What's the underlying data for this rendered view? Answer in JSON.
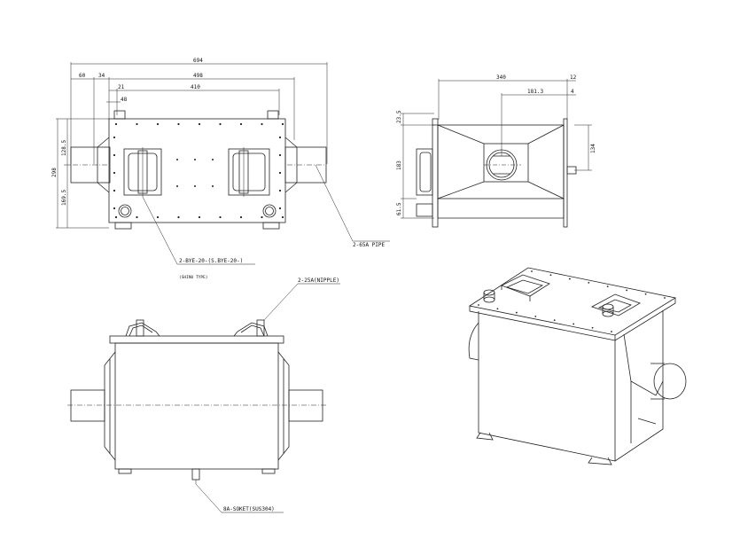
{
  "dimensions": {
    "plan_total": "694",
    "plan_left1": "60",
    "plan_left2": "34",
    "plan_mid": "498",
    "plan_inner1": "21",
    "plan_inner2": "410",
    "plan_inner3": "48",
    "plan_h_total": "298",
    "plan_h_upper": "128.5",
    "plan_h_lower": "169.5",
    "side_top": "340",
    "side_right": "12",
    "side_inner": "181.3",
    "side_small": "4",
    "side_left_top": "23.5",
    "side_left_mid": "183",
    "side_left_low": "61.5",
    "side_right_v": "134"
  },
  "callouts": {
    "bolt": "2-BYE-20-(S.BYE-20-)",
    "bolt_note": "(SHINU TYPE)",
    "pipe": "2-65A PIPE",
    "nipple": "2-25A(NIPPLE)",
    "socket": "8A-SOKET(SUS304)"
  }
}
